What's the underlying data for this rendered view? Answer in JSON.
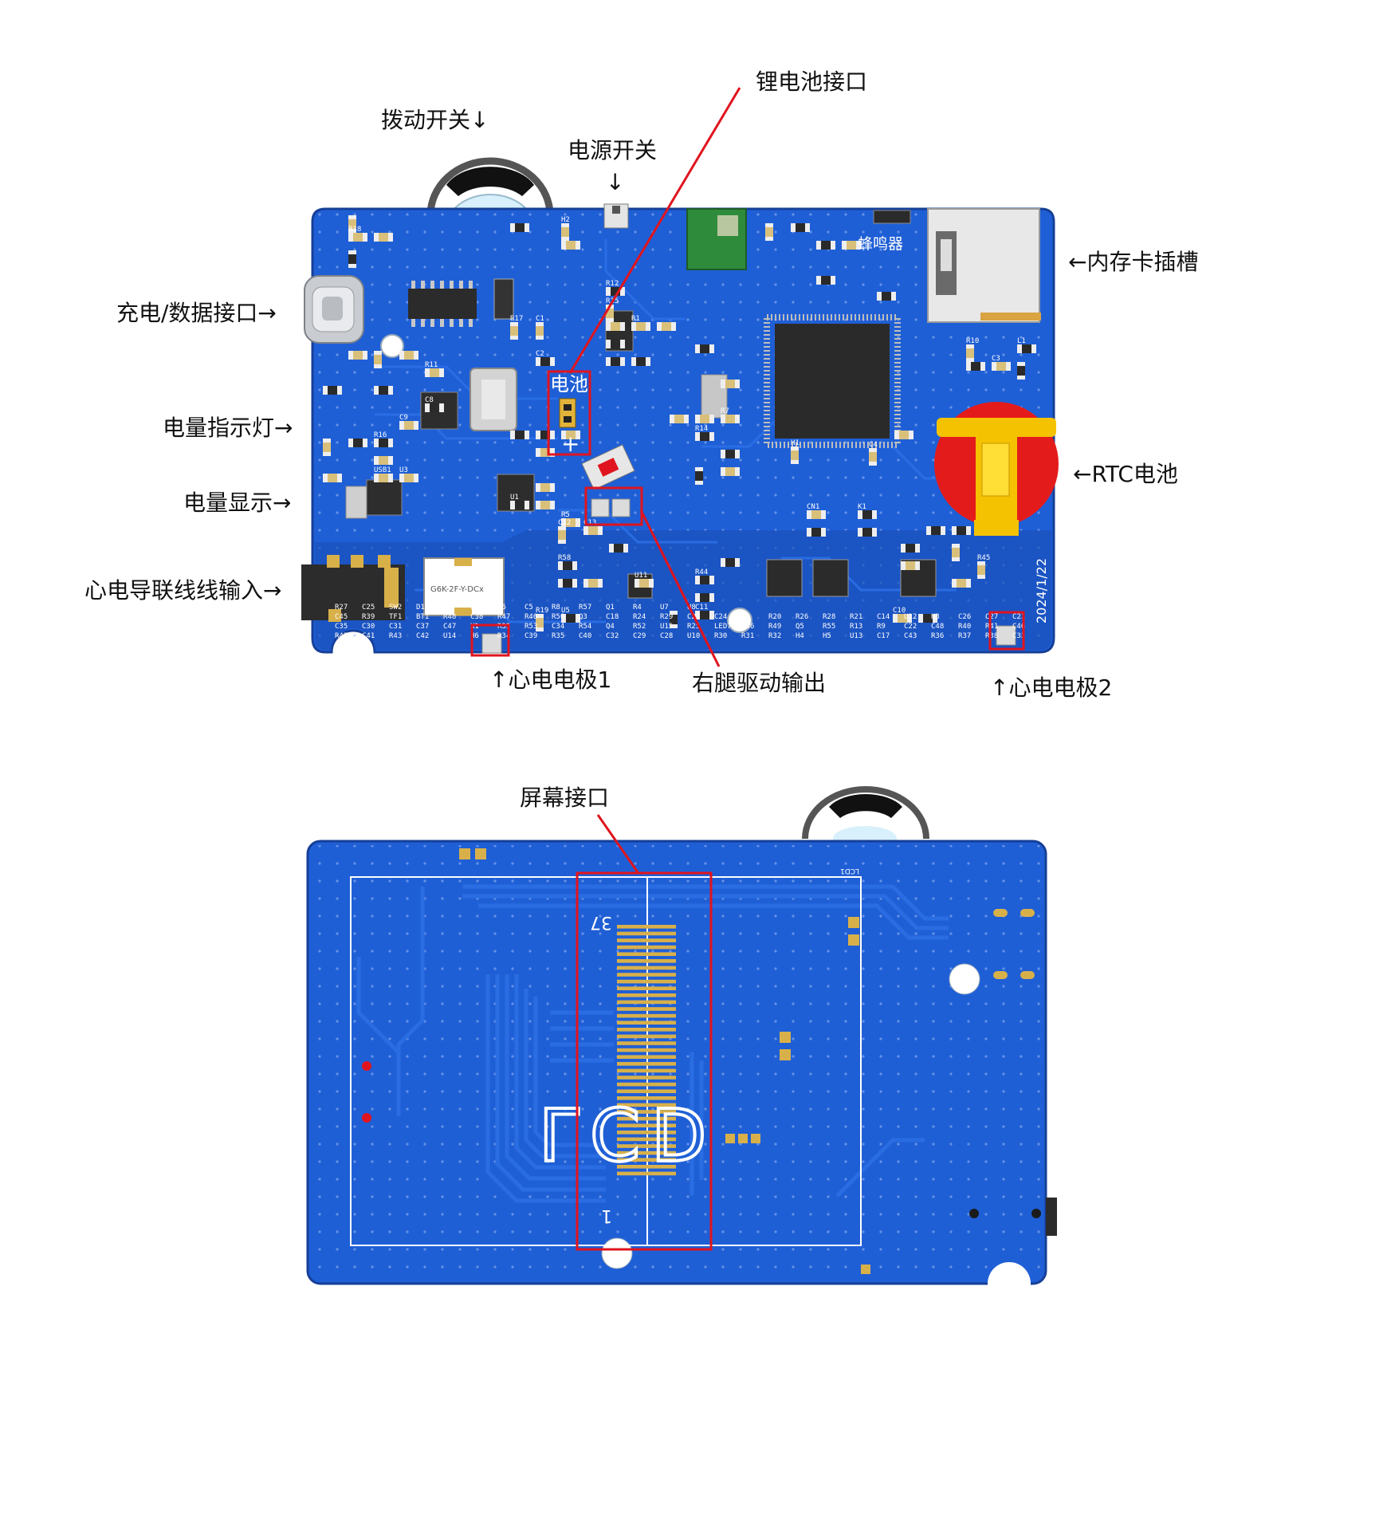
{
  "colors": {
    "board_blue": "#1f5fd6",
    "board_dark": "#1846a8",
    "annotation_red": "#e0141e",
    "silkscreen": "#ffffff",
    "gold_pad": "#d8b04a"
  },
  "top_board": {
    "labels": {
      "lithium_battery": "锂电池接口",
      "toggle_switch": "拨动开关↓",
      "power_switch": "电源开关",
      "power_switch_arrow": "↓",
      "charge_port": "充电/数据接口→",
      "battery_led": "电量指示灯→",
      "battery_display": "电量显示→",
      "ecg_input": "心电导联线线输入→",
      "memory_card": "←内存卡插槽",
      "rtc_battery": "←RTC电池",
      "ecg_electrode_1": "↑心电电极1",
      "right_leg": "右腿驱动输出",
      "ecg_electrode_2": "↑心电电极2"
    },
    "silkscreen": {
      "battery": "电池",
      "plus": "+",
      "buzzer": "蜂鸣器",
      "date": "2024/1/22",
      "relay": "G6K-2F-Y-DCx"
    },
    "refdes": [
      "R18",
      "R11",
      "C8",
      "C9",
      "R16",
      "USB1",
      "U3",
      "H2",
      "R17",
      "C1",
      "C2",
      "R12",
      "R15",
      "R1",
      "U1",
      "R5",
      "R7",
      "R14",
      "R10",
      "L1",
      "C3",
      "C4",
      "H1",
      "R45",
      "R44",
      "C11",
      "C10",
      "R19",
      "U5",
      "C12",
      "C13",
      "R58",
      "U11",
      "CN1",
      "K1",
      "R42",
      "C41",
      "R43",
      "C42",
      "U14",
      "H6",
      "R34",
      "C39",
      "R35",
      "C40",
      "C32",
      "C29",
      "C28",
      "U10",
      "R30",
      "R31",
      "R32",
      "H4",
      "H5",
      "U13",
      "C17",
      "C43",
      "R36",
      "R37",
      "R38",
      "C33",
      "C35",
      "C30",
      "C31",
      "C37",
      "C47",
      "X1",
      "R33",
      "R53",
      "C34",
      "R54",
      "Q4",
      "R52",
      "U15",
      "R25",
      "LED7",
      "C36",
      "R49",
      "Q5",
      "R55",
      "R13",
      "R9",
      "C22",
      "C48",
      "R40",
      "R41",
      "C46",
      "C45",
      "R39",
      "TF1",
      "BT1",
      "R48",
      "C38",
      "R47",
      "R46",
      "R50",
      "Q3",
      "C18",
      "R24",
      "R29",
      "C23",
      "C24",
      "U9",
      "R20",
      "R26",
      "R28",
      "R21",
      "C14",
      "U12",
      "H3",
      "C26",
      "C27",
      "C21",
      "R27",
      "C25",
      "SW2",
      "D1",
      "C7",
      "Q2",
      "C6",
      "C5",
      "R8",
      "R57",
      "Q1",
      "R4",
      "U7",
      "U8"
    ]
  },
  "bottom_board": {
    "labels": {
      "screen_port": "屏幕接口"
    },
    "silkscreen": {
      "lcd": "LCD",
      "pin_37": "37",
      "pin_1": "1",
      "lcd1": "LCD1"
    }
  }
}
